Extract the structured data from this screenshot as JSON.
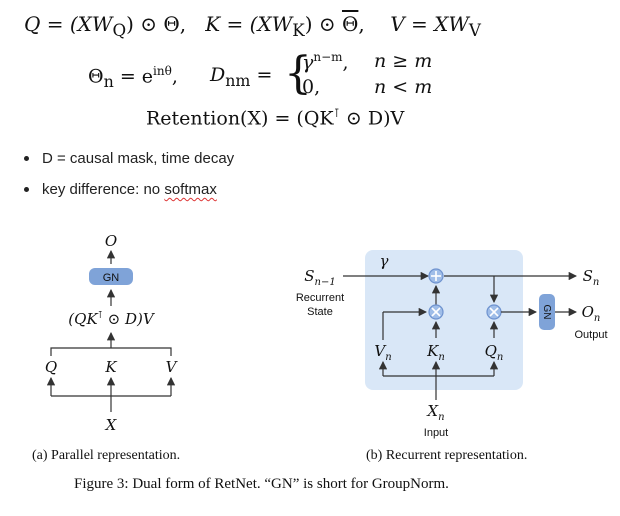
{
  "equations": {
    "line1": {
      "q": "Q = (XW",
      "q_sub": "Q",
      "q_tail": ") ⊙ Θ,",
      "k": "K = (XW",
      "k_sub": "K",
      "k_tail": ") ⊙ ",
      "k_theta": "Θ",
      "k_comma": ",",
      "v": "V = XW",
      "v_sub": "V"
    },
    "line2": {
      "theta": "Θ",
      "theta_sub": "n",
      "theta_eq": " = e",
      "theta_sup": "inθ",
      "comma": ",",
      "d": "D",
      "d_sub": "nm",
      "d_eq": " =",
      "case1_val": "γ",
      "case1_sup": "n−m",
      "case1_comma": ",",
      "case1_cond": "n ≥ m",
      "case2_val": "0,",
      "case2_cond": "n < m"
    },
    "line3": {
      "text_a": "Retention(X) = (QK",
      "sup": "⊺",
      "text_b": " ⊙ D)V"
    }
  },
  "bullets": [
    {
      "text": "D = causal mask, time decay"
    },
    {
      "text_before": "key difference: no ",
      "text_flagged": "softmax"
    }
  ],
  "figure": {
    "parallel": {
      "output": "O",
      "gn": "GN",
      "formula_a": "(QK",
      "formula_sup": "⊺",
      "formula_b": " ⊙ D)V",
      "q": "Q",
      "k": "K",
      "v": "V",
      "x": "X"
    },
    "recurrent": {
      "gamma": "γ",
      "s_prev": "S",
      "s_prev_sub": "n−1",
      "recurrent_label": "Recurrent",
      "state_label": "State",
      "s_next": "S",
      "s_next_sub": "n",
      "v": "V",
      "v_sub": "n",
      "k": "K",
      "k_sub": "n",
      "q": "Q",
      "q_sub": "n",
      "gn": "GN",
      "o": "O",
      "o_sub": "n",
      "output_label": "Output",
      "x": "X",
      "x_sub": "n",
      "input_label": "Input"
    },
    "caption_a": "(a) Parallel representation.",
    "caption_b": "(b) Recurrent representation.",
    "figure_caption": "Figure 3: Dual form of RetNet. “GN” is short for GroupNorm."
  },
  "colors": {
    "panel_fill": "#d9e7f7",
    "gn_fill": "#7fa3d8",
    "node_fill": "#9fbde8",
    "arrow": "#333333"
  }
}
